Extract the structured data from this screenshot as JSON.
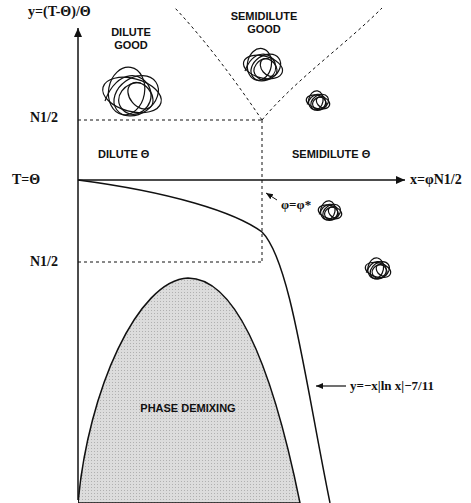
{
  "diagram": {
    "nodes": [
      {
        "text": [
          "PHASE DEMIXING"
        ]
      }
    ],
    "labels": [
      "y=(T-Θ)/Θ",
      "DILUTE GOOD",
      "SEMIDILUTE GOOD",
      "N1/2",
      "DILUTE Θ",
      "SEMIDILUTE Θ",
      "T=Θ",
      "x=φN1/2",
      "φ=φ*",
      "N1/2",
      "y=−x|ln x|−7/11"
    ]
  }
}
